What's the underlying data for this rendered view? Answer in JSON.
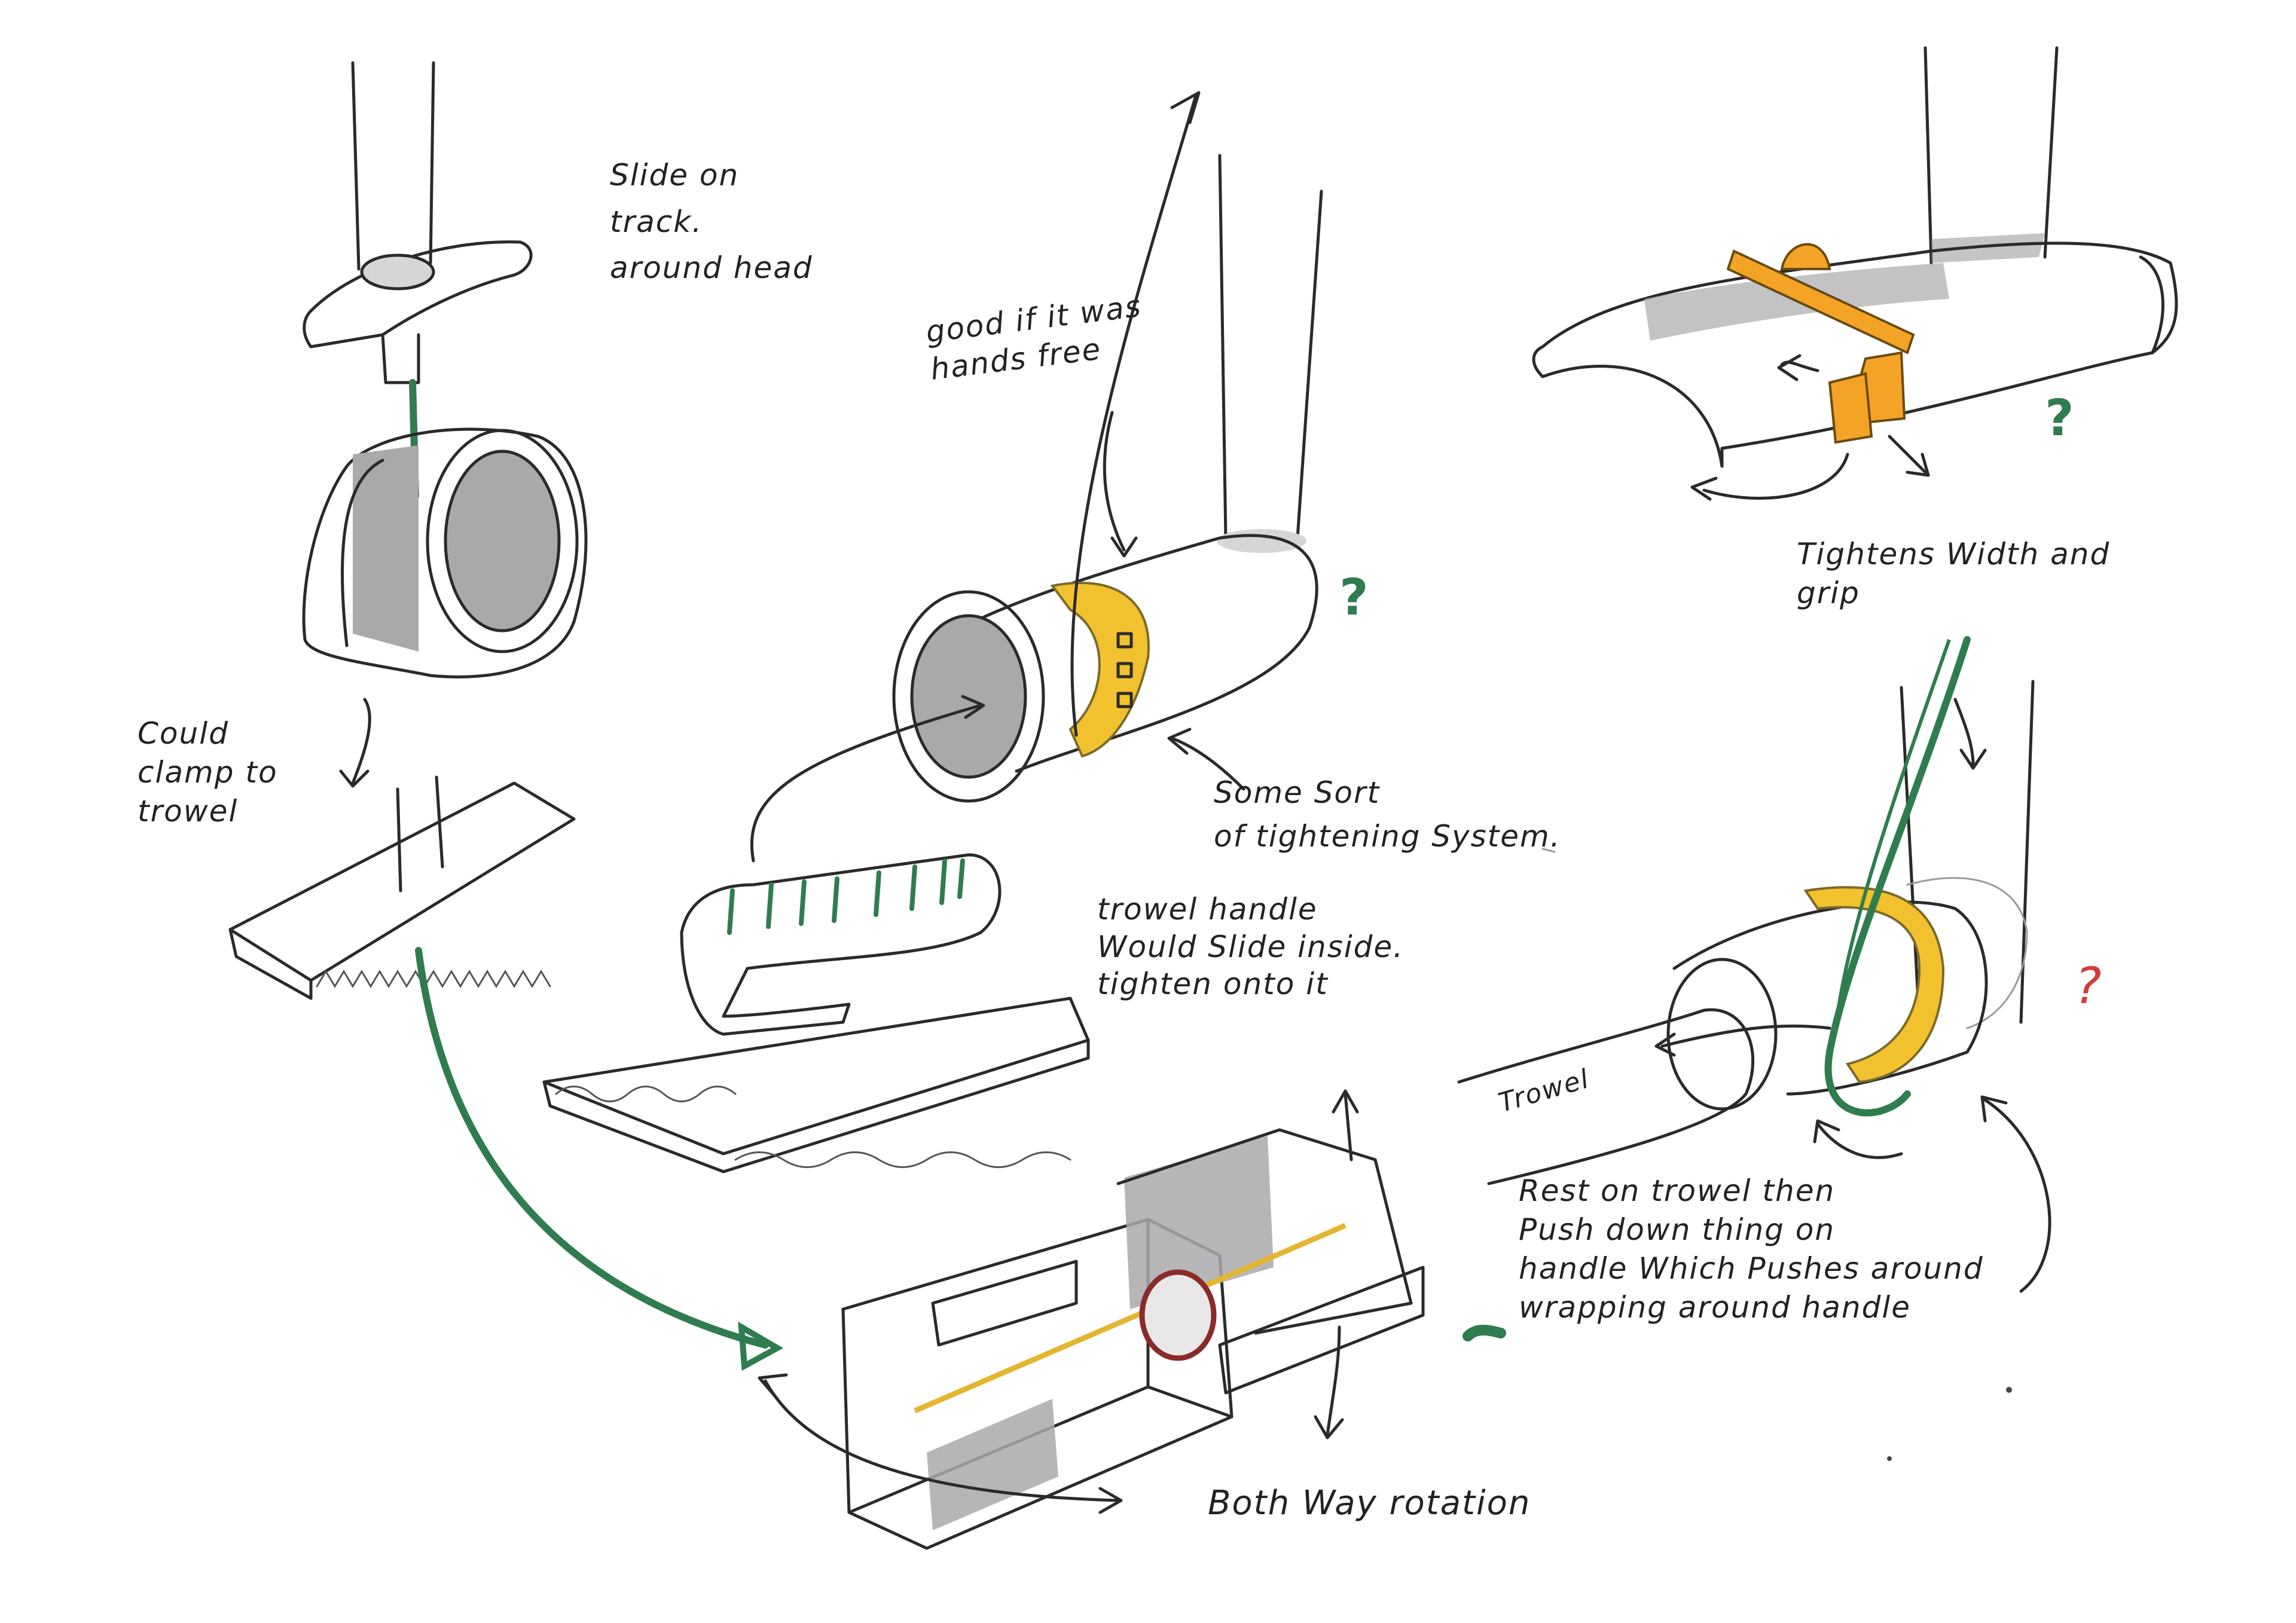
{
  "annotations": {
    "slide_on_track": "Slide on\ntrack.\naround head",
    "could_clamp": "Could\nclamp to\ntrowel",
    "good_if_hands_free": "good if it was\nhands free",
    "some_sort_tightening": "Some Sort\nof tightening System.",
    "trowel_handle_slide": "trowel handle\nWould Slide inside.\ntighten onto it",
    "tightens_width_grip": "Tightens Width and\ngrip",
    "trowel_label": "Trowel",
    "rest_on_trowel": "Rest on trowel then\nPush down thing on\nhandle Which Pushes around\nwrapping around handle",
    "both_way_rotation": "Both Way rotation",
    "question_mark": "?"
  },
  "colors": {
    "ink": "#2a2a2a",
    "marker_grey": "#a9a9ab",
    "green": "#2f7d4f",
    "yellow": "#f2c12e",
    "orange": "#f3a325",
    "red": "#d23a3a"
  }
}
